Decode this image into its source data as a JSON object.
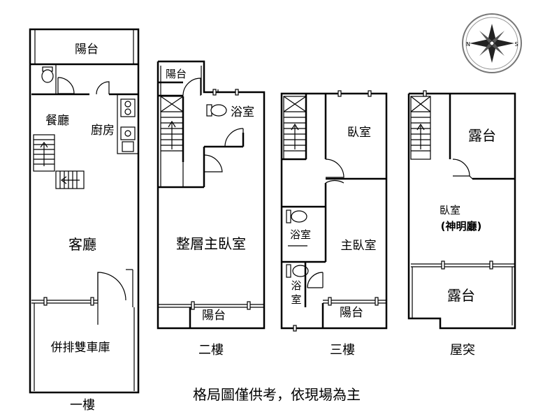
{
  "rooms": {
    "f1_balcony": "陽台",
    "f1_dining": "餐廳",
    "f1_kitchen": "廚房",
    "f1_living": "客廳",
    "f1_garage": "併排雙車庫",
    "f2_balcony_top": "陽台",
    "f2_bath": "浴室",
    "f2_master": "整層主臥室",
    "f2_balcony_bottom": "陽台",
    "f3_bedroom": "臥室",
    "f3_bath1": "浴室",
    "f3_master": "主臥室",
    "f3_bath2_a": "浴",
    "f3_bath2_b": "室",
    "f3_balcony": "陽台",
    "roof_terrace_top": "露台",
    "roof_bedroom": "臥室",
    "roof_shrine": "(神明廳)",
    "roof_terrace_bottom": "露台"
  },
  "floors": {
    "first": "一樓",
    "second": "二樓",
    "third": "三樓",
    "roof": "屋突"
  },
  "note": "格局圖僅供考，依現場為主",
  "compass": {
    "north": "N",
    "south": "S"
  }
}
